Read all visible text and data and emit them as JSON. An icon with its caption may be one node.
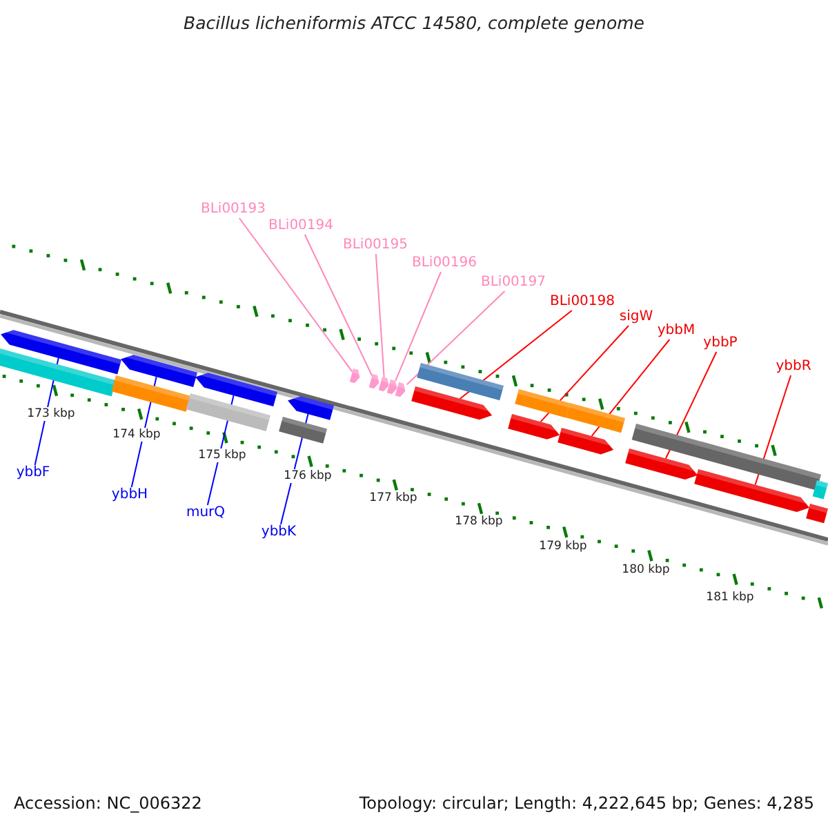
{
  "diagram": {
    "title": "Bacillus licheniformis ATCC 14580, complete genome",
    "nodes": [
      {
        "text": [
          "BLi00193"
        ]
      },
      {
        "text": [
          "BLi00194"
        ]
      },
      {
        "text": [
          "BLi00195"
        ]
      },
      {
        "text": [
          "BLi00196"
        ]
      },
      {
        "text": [
          "BLi00197"
        ]
      },
      {
        "text": [
          "BLi00198"
        ]
      },
      {
        "text": [
          "sigW"
        ]
      },
      {
        "text": [
          "ybbM"
        ]
      },
      {
        "text": [
          "ybbP"
        ]
      },
      {
        "text": [
          "ybbR"
        ]
      },
      {
        "text": [
          "ybbF"
        ]
      },
      {
        "text": [
          "ybbH"
        ]
      },
      {
        "text": [
          "murQ"
        ]
      },
      {
        "text": [
          "ybbK"
        ]
      },
      {
        "text": [],
        "shape": "arrow"
      },
      {
        "text": [],
        "shape": "bar"
      },
      {
        "text": [],
        "shape": "bar"
      },
      {
        "text": [],
        "shape": "arrow"
      },
      {
        "text": [],
        "shape": "bar"
      },
      {
        "text": [],
        "shape": "arrow"
      },
      {
        "text": [],
        "shape": "bar"
      },
      {
        "text": [],
        "shape": "arrow"
      },
      {
        "text": [],
        "shape": "arrow"
      },
      {
        "text": [],
        "shape": "arrow"
      },
      {
        "text": [],
        "shape": "arrow"
      },
      {
        "text": [],
        "shape": "arrow"
      },
      {
        "text": [],
        "shape": "arrow"
      },
      {
        "text": [],
        "shape": "bar"
      },
      {
        "text": [],
        "shape": "arrow"
      },
      {
        "text": [],
        "shape": "bar"
      },
      {
        "text": [],
        "shape": "arrow"
      },
      {
        "text": [],
        "shape": "bar"
      },
      {
        "text": [],
        "shape": "arrow"
      },
      {
        "text": [],
        "shape": "bar"
      },
      {
        "text": [],
        "shape": "arrow"
      },
      {
        "text": [],
        "shape": "arrow"
      },
      {
        "text": [],
        "shape": "bar"
      },
      {
        "text": [],
        "shape": "arrow"
      }
    ],
    "edges": [
      {
        "from": 0,
        "to": 22,
        "arrow": "none",
        "color": "#ff88bb"
      },
      {
        "from": 1,
        "to": 23,
        "arrow": "none",
        "color": "#ff88bb"
      },
      {
        "from": 2,
        "to": 24,
        "arrow": "none",
        "color": "#ff88bb"
      },
      {
        "from": 3,
        "to": 25,
        "arrow": "none",
        "color": "#ff88bb"
      },
      {
        "from": 4,
        "to": 26,
        "arrow": "none",
        "color": "#ff88bb"
      },
      {
        "from": 5,
        "to": 28,
        "arrow": "none",
        "color": "#ff0000"
      },
      {
        "from": 6,
        "to": 30,
        "arrow": "none",
        "color": "#ff0000"
      },
      {
        "from": 7,
        "to": 32,
        "arrow": "none",
        "color": "#ff0000"
      },
      {
        "from": 8,
        "to": 34,
        "arrow": "none",
        "color": "#ff0000"
      },
      {
        "from": 9,
        "to": 35,
        "arrow": "none",
        "color": "#ff0000"
      },
      {
        "from": 10,
        "to": 14,
        "arrow": "none",
        "color": "#0000ff"
      },
      {
        "from": 11,
        "to": 17,
        "arrow": "none",
        "color": "#0000ff"
      },
      {
        "from": 12,
        "to": 19,
        "arrow": "none",
        "color": "#0000ff"
      },
      {
        "from": 13,
        "to": 21,
        "arrow": "none",
        "color": "#0000ff"
      }
    ],
    "labels": [
      "173 kbp",
      "174 kbp",
      "175 kbp",
      "176 kbp",
      "177 kbp",
      "178 kbp",
      "179 kbp",
      "180 kbp",
      "181 kbp",
      "Accession: NC_006322",
      "Topology: circular; Length: 4,222,645 bp; Genes: 4,285"
    ]
  }
}
